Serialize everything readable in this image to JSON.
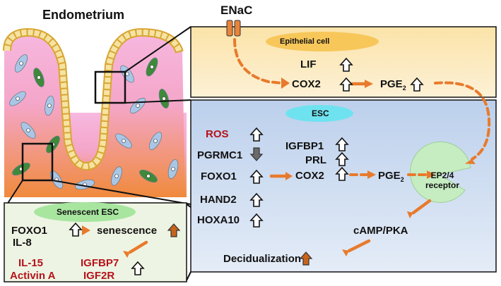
{
  "tissue": {
    "title": "Endometrium"
  },
  "channel": {
    "title": "ENaC"
  },
  "epithelial": {
    "label": "Epithelial cell",
    "items": [
      {
        "text": "LIF",
        "arrow": "up-hollow"
      },
      {
        "text": "COX2",
        "arrow": "up-hollow"
      },
      {
        "text": "PGE",
        "sub": "2",
        "arrow": "up-hollow"
      }
    ]
  },
  "esc": {
    "label": "ESC",
    "left_items": [
      {
        "text": "ROS",
        "color": "red",
        "arrow": "up-hollow"
      },
      {
        "text": "PGRMC1",
        "color": "black",
        "arrow": "down-filled-gray"
      },
      {
        "text": "FOXO1",
        "color": "black",
        "arrow": "up-hollow"
      },
      {
        "text": "HAND2",
        "color": "black",
        "arrow": "up-hollow"
      },
      {
        "text": "HOXA10",
        "color": "black",
        "arrow": "up-hollow"
      }
    ],
    "mid_items": [
      {
        "text": "IGFBP1",
        "arrow": "up-hollow"
      },
      {
        "text": "PRL",
        "arrow": "up-hollow"
      },
      {
        "text": "COX2",
        "arrow": "up-hollow"
      }
    ],
    "pge": {
      "text": "PGE",
      "sub": "2"
    },
    "receptor": {
      "line1": "EP2/4",
      "line2": "receptor"
    },
    "camp": "cAMP/PKA",
    "outcome": {
      "text": "Decidualization",
      "arrow": "up-filled-orange"
    }
  },
  "senescent": {
    "label": "Senescent ESC",
    "inputs": [
      "FOXO1",
      "IL-8"
    ],
    "outcome": {
      "text": "senescence",
      "arrow": "up-filled-orange"
    },
    "secreted_left": [
      "IL-15",
      "Activin A"
    ],
    "secreted_right": [
      "IGFBP7",
      "IGF2R"
    ]
  },
  "colors": {
    "orange": "#e87a2c",
    "epithelial_panel": "#fde9b8",
    "esc_panel": "#c9d8ee",
    "senescent_panel": "#eef4e3",
    "green_pill": "#a8e6a0",
    "yellow_pill": "#f7c75a",
    "cyan_pill": "#6fe2f0",
    "red_text": "#b5121b"
  }
}
